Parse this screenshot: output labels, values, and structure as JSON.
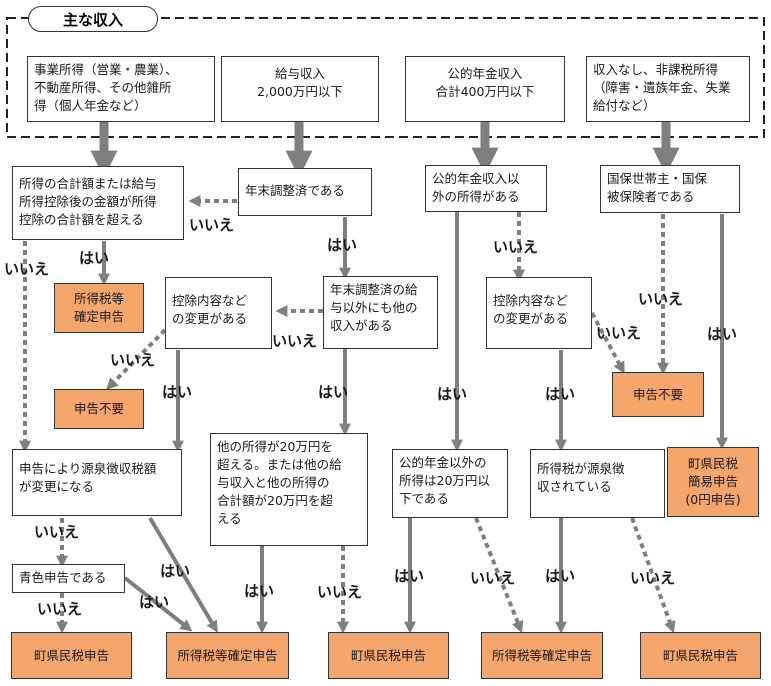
{
  "title": "主な収入",
  "income": {
    "business": "事業所得（営業・農業）、\n不動産所得、その他雑所\n得（個人年金など）",
    "salary": "給与収入\n2,000万円以下",
    "pension": "公的年金収入\n合計400万円以下",
    "none": "収入なし、非課税所得\n（障害・遺族年金、失業\n給付など）"
  },
  "questions": {
    "q_total_income": "所得の合計額または給与\n所得控除後の金額が所得\n控除の合計額を超える",
    "q_year_end": "年末調整済である",
    "q_other_income": "公的年金収入以\n外の所得がある",
    "q_kokuho": "国保世帯主・国保\n被保険者である",
    "q_deduction_a": "控除内容など\nの変更がある",
    "q_other_salary": "年末調整済の給\n与以外にも他の\n収入がある",
    "q_deduction_b": "控除内容など\nの変更がある",
    "q_withholding": "申告により源泉徴収税額\nが変更になる",
    "q_20man": "他の所得が20万円を\n超える。または他の給\n与収入と他の所得の\n合計額が20万円を超\nえる",
    "q_pension_other_20": "公的年金以外の\n所得は20万円以\n下である",
    "q_withheld": "所得税が源泉徴\n収されている",
    "q_blue": "青色申告である"
  },
  "results": {
    "kakutei_top": "所得税等\n確定申告",
    "fuyo_a": "申告不要",
    "fuyo_b": "申告不要",
    "kani": "町県民税\n簡易申告\n(0円申告)",
    "bottom_1": "町県民税申告",
    "bottom_2": "所得税等確定申告",
    "bottom_3": "町県民税申告",
    "bottom_4": "所得税等確定申告",
    "bottom_5": "町県民税申告"
  },
  "labels": {
    "yes": "はい",
    "no": "いいえ"
  },
  "colors": {
    "result_fill": "#f5a66c",
    "arrow": "#7f7f7f"
  }
}
